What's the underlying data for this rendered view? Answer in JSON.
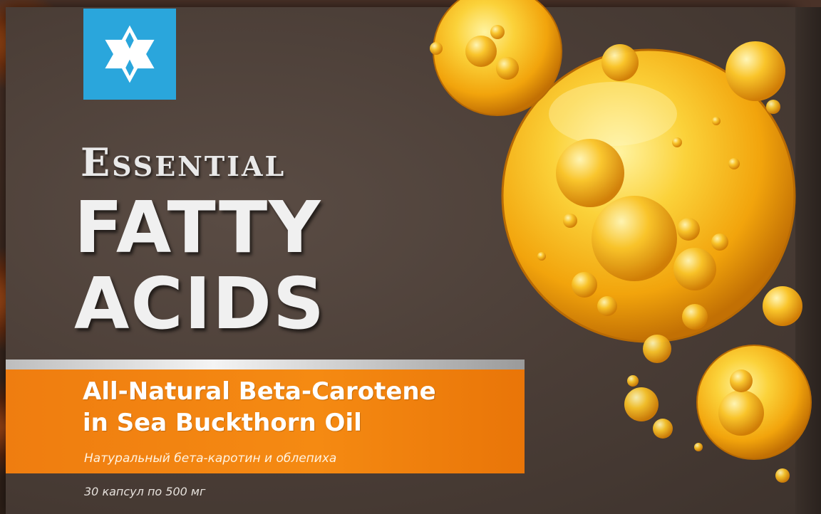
{
  "product": {
    "title_line1": "Essential",
    "title_line2": "FATTY",
    "title_line3": "ACIDS",
    "subtitle_line1": "All-Natural Beta-Carotene",
    "subtitle_line2": "in Sea Buckthorn Oil",
    "subtitle_ru": "Натуральный бета-каротин и облепиха",
    "dosage": "30 капсул по 500 мг"
  },
  "colors": {
    "box": "#4a3d36",
    "logo_bg": "#2aa6dc",
    "band": "#f58a12",
    "bubble": "#f5b50f"
  },
  "icons": {
    "logo": "snowflake-logo-icon"
  }
}
